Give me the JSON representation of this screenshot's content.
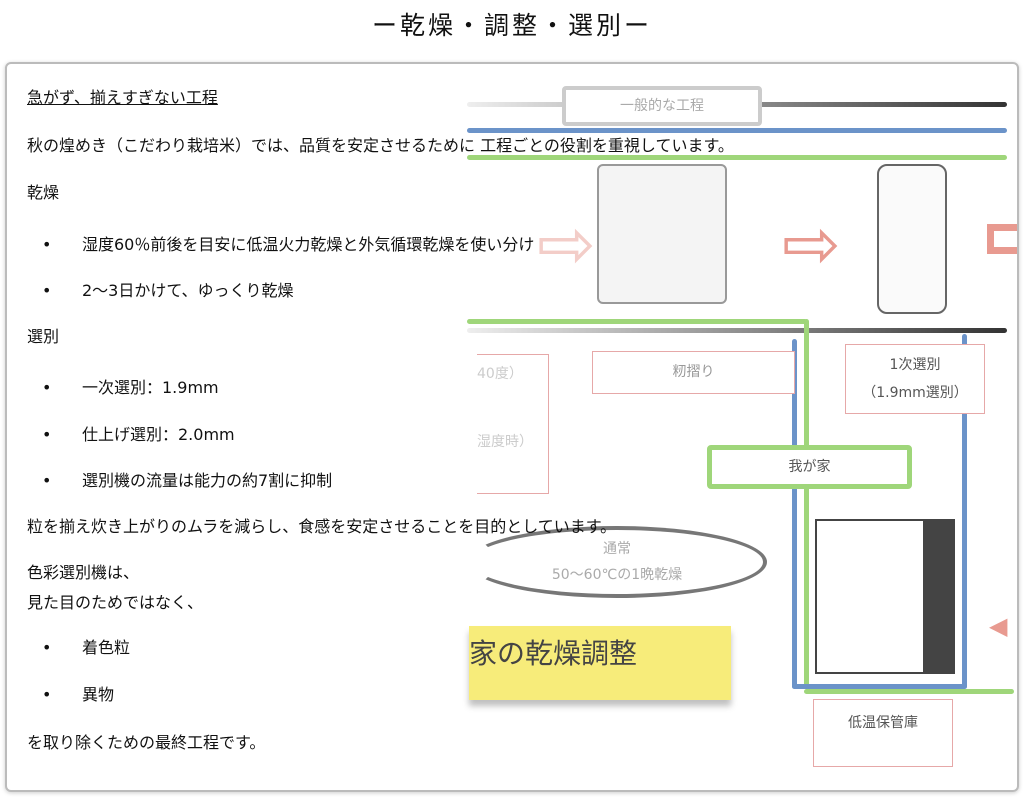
{
  "title": "ー乾燥・調整・選別ー",
  "diagram": {
    "general_process": "一般的な工程",
    "hulling": "籾摺り",
    "primary_sort": "1次選別",
    "primary_sort_detail": "（1.9mm選別）",
    "our_home": "我が家",
    "cold_storage": "低温保管庫",
    "usual": "通常",
    "usual_detail": "50〜60℃の1晩乾燥",
    "partial_left_1": "40度）",
    "partial_left_2": "湿度時）",
    "highlight": "家の乾燥調整",
    "colors": {
      "blue": "#6b93c9",
      "green": "#9fd67a",
      "black": "#333333",
      "arrow": "#e89a90",
      "highlight": "#f7ec7a"
    }
  },
  "content": {
    "heading": "急がず、揃えすぎない工程",
    "intro": "秋の煌めき（こだわり栽培米）では、品質を安定させるために 工程ごとの役割を重視しています。",
    "drying_label": "乾燥",
    "drying_items": [
      "湿度60％前後を目安に低温火力乾燥と外気循環乾燥を使い分け",
      "2〜3日かけて、ゆっくり乾燥"
    ],
    "sorting_label": "選別",
    "sorting_items": [
      "一次選別：1.9mm",
      "仕上げ選別：2.0mm",
      "選別機の流量は能力の約7割に抑制"
    ],
    "purpose": "粒を揃え炊き上がりのムラを減らし、食感を安定させることを目的としています。",
    "color_sorter_1": "色彩選別機は、",
    "color_sorter_2": "見た目のためではなく、",
    "remove_items": [
      "着色粒",
      "異物"
    ],
    "closing": "を取り除くための最終工程です。",
    "bullet": "•"
  }
}
